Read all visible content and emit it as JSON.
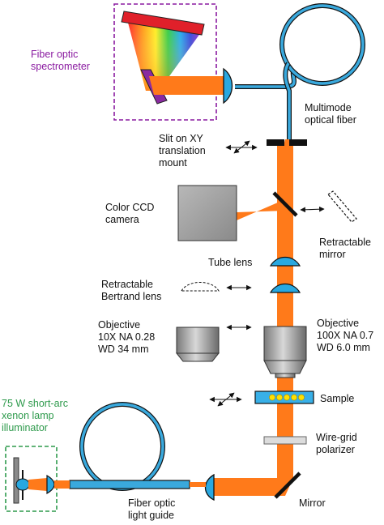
{
  "labels": {
    "spectrometer": [
      "Fiber optic",
      "spectrometer"
    ],
    "multimode_fiber": [
      "Multimode",
      "optical fiber"
    ],
    "slit": [
      "Slit on XY",
      "translation",
      "mount"
    ],
    "ccd_camera": [
      "Color CCD",
      "camera"
    ],
    "retractable_mirror": [
      "Retractable",
      "mirror"
    ],
    "tube_lens": [
      "Tube lens"
    ],
    "bertrand_lens": [
      "Retractable",
      "Bertrand lens"
    ],
    "objective_left": [
      "Objective",
      "10X NA 0.28",
      "WD 34 mm"
    ],
    "objective_right": [
      "Objective",
      "100X NA 0.7",
      "WD 6.0 mm"
    ],
    "sample": [
      "Sample"
    ],
    "polarizer": [
      "Wire-grid",
      "polarizer"
    ],
    "illuminator": [
      "75 W short-arc",
      "xenon lamp",
      "illuminator"
    ],
    "light_guide": [
      "Fiber optic",
      "light guide"
    ],
    "mirror": [
      "Mirror"
    ]
  },
  "colors": {
    "beam": "#ff7a1a",
    "lens": "#29a8e0",
    "fiber": "#3aa9dd",
    "spectrometer_text": "#8a1aa0",
    "illuminator_text": "#2e9a4c",
    "grating_top": "#e0202a",
    "grating_side": "#8a2aa0",
    "component_gray": "#9a9a9a",
    "sample_beads": "#ffe000"
  }
}
